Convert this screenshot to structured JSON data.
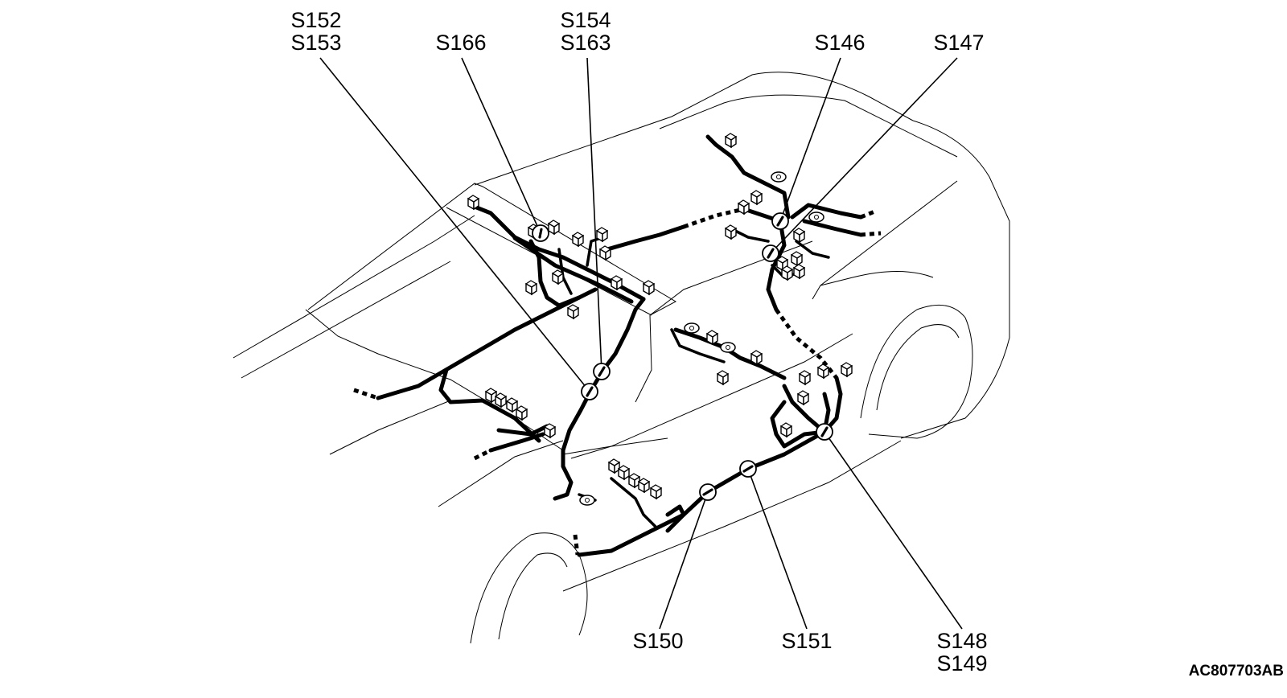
{
  "diagram": {
    "figure_code": "AC807703AB",
    "splices": [
      {
        "id": "s152",
        "lines": [
          "S152",
          "S153"
        ]
      },
      {
        "id": "s166",
        "lines": [
          "S166"
        ]
      },
      {
        "id": "s154",
        "lines": [
          "S154",
          "S163"
        ]
      },
      {
        "id": "s146",
        "lines": [
          "S146"
        ]
      },
      {
        "id": "s147",
        "lines": [
          "S147"
        ]
      },
      {
        "id": "s150",
        "lines": [
          "S150"
        ]
      },
      {
        "id": "s151",
        "lines": [
          "S151"
        ]
      },
      {
        "id": "s148",
        "lines": [
          "S148",
          "S149"
        ]
      }
    ]
  }
}
